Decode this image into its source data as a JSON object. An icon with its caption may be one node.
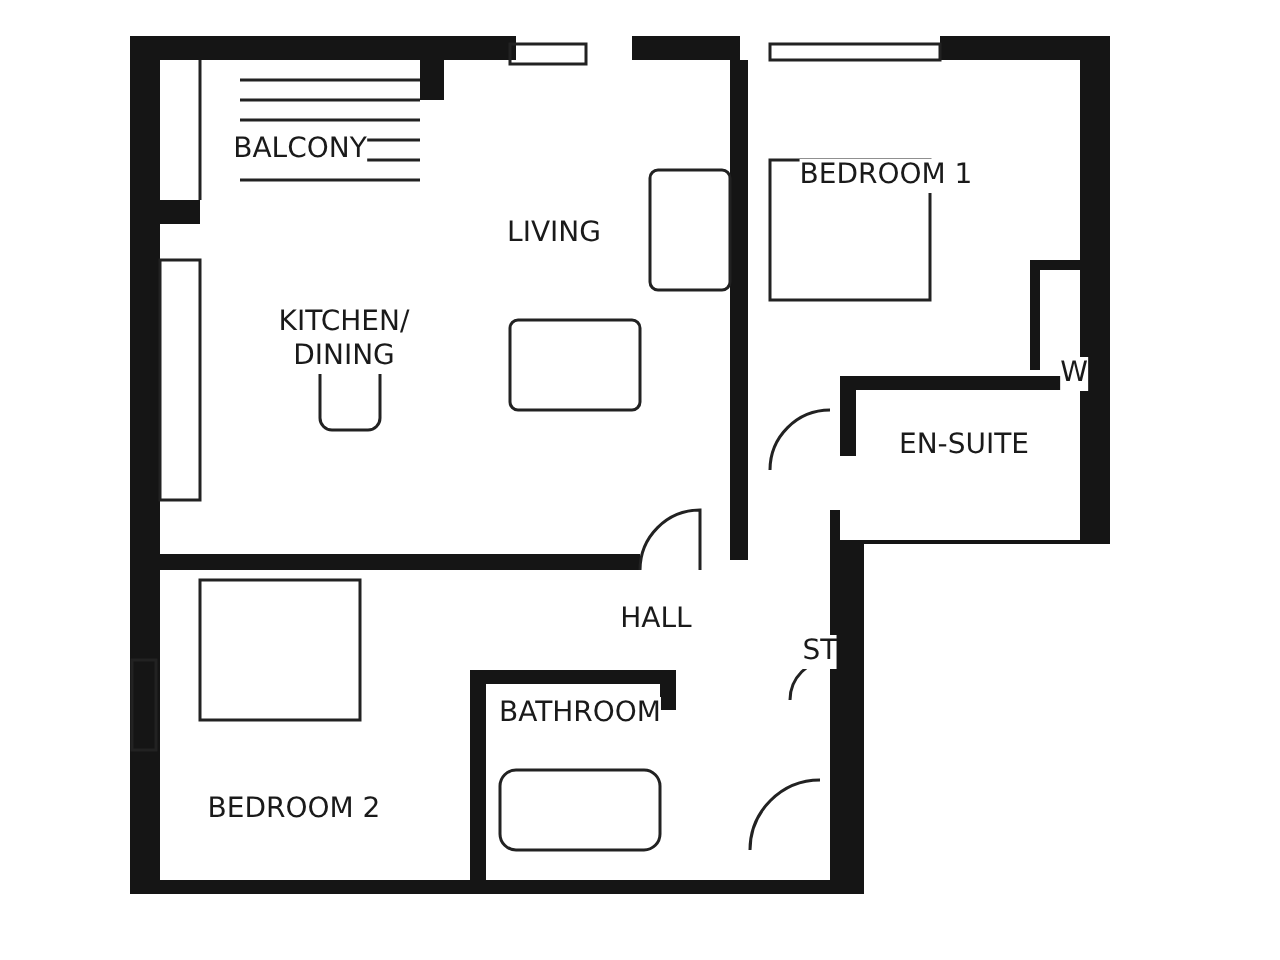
{
  "diagram": {
    "labels": [
      "BALCONY",
      "BEDROOM 1",
      "LIVING",
      "W",
      "KITCHEN/ DINING",
      "EN-SUITE",
      "HALL",
      "ST",
      "BATHROOM",
      "BEDROOM 2"
    ]
  }
}
